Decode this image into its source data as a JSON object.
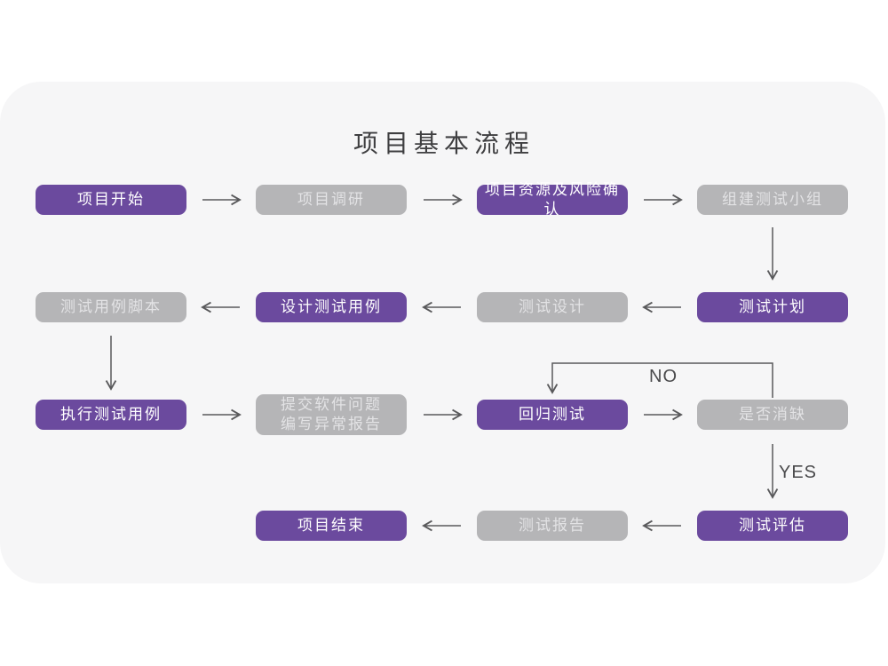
{
  "title": "项目基本流程",
  "colors": {
    "node_purple": "#6b4a9e",
    "node_gray": "#b5b5b7",
    "text_on_purple": "#ffffff",
    "text_on_gray": "#e3e3e5",
    "card_bg": "#f6f6f7",
    "page_bg": "#ffffff",
    "arrow": "#59595b",
    "title_text": "#3f3f41"
  },
  "nodes": [
    {
      "label": "项目开始",
      "style": "purple"
    },
    {
      "label": "项目调研",
      "style": "gray"
    },
    {
      "label": "项目资源及风险确认",
      "style": "purple"
    },
    {
      "label": "组建测试小组",
      "style": "gray"
    },
    {
      "label": "测试计划",
      "style": "purple"
    },
    {
      "label": "测试设计",
      "style": "gray"
    },
    {
      "label": "设计测试用例",
      "style": "purple"
    },
    {
      "label": "测试用例脚本",
      "style": "gray"
    },
    {
      "label": "执行测试用例",
      "style": "purple"
    },
    {
      "label": "提交软件问题\n编写异常报告",
      "style": "gray"
    },
    {
      "label": "回归测试",
      "style": "purple"
    },
    {
      "label": "是否消缺",
      "style": "gray"
    },
    {
      "label": "测试评估",
      "style": "purple"
    },
    {
      "label": "测试报告",
      "style": "gray"
    },
    {
      "label": "项目结束",
      "style": "purple"
    }
  ],
  "edge_labels": {
    "no": "NO",
    "yes": "YES"
  },
  "chart_data": {
    "type": "flowchart",
    "title": "项目基本流程",
    "sequence": [
      "项目开始",
      "项目调研",
      "项目资源及风险确认",
      "组建测试小组",
      "测试计划",
      "测试设计",
      "设计测试用例",
      "测试用例脚本",
      "执行测试用例",
      "提交软件问题 编写异常报告",
      "回归测试",
      "是否消缺",
      "测试评估",
      "测试报告",
      "项目结束"
    ],
    "decision": {
      "node": "是否消缺",
      "no_target": "回归测试",
      "yes_target": "测试评估"
    }
  }
}
